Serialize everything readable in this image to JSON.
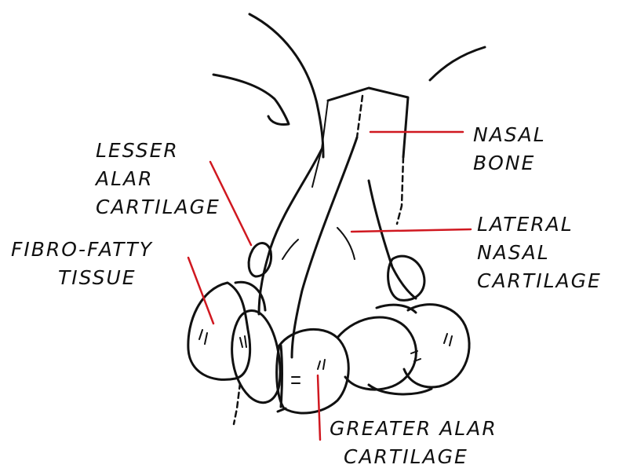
{
  "labels": {
    "nasal_bone": [
      "NASAL",
      "BONE"
    ],
    "lateral_nasal_cartilage": [
      "LATERAL",
      "NASAL",
      "CARTILAGE"
    ],
    "lesser_alar_cartilage": [
      "LESSER",
      "ALAR",
      "CARTILAGE"
    ],
    "fibro_fatty_tissue": [
      "FIBRO-FATTY",
      "TISSUE"
    ],
    "greater_alar_cartilage": [
      "GREATER ALAR",
      "CARTILAGE"
    ]
  },
  "colors": {
    "ink": "#111111",
    "leader": "#d01820",
    "background": "#ffffff"
  }
}
